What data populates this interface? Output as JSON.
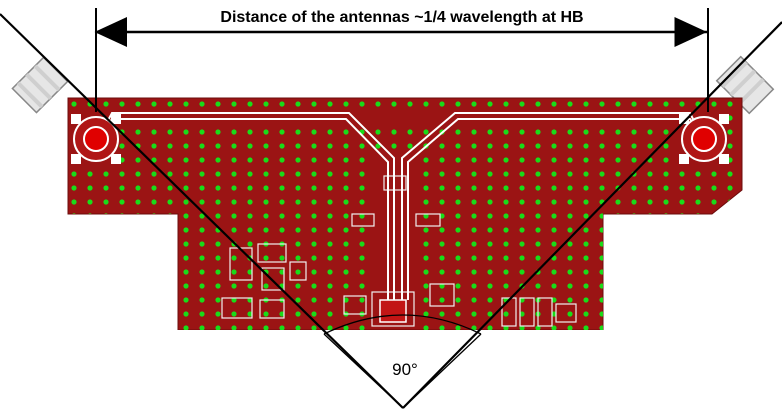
{
  "dimension_label": "Distance of the antennas ~1/4 wavelength at HB",
  "angle_label": "90°",
  "colors": {
    "board": "#9b1414",
    "via": "#19dc19",
    "trace": "#ffffff",
    "line": "#000000"
  },
  "icons": [
    "connector-icon-left",
    "connector-icon-right",
    "dimension-arrow-icon"
  ]
}
